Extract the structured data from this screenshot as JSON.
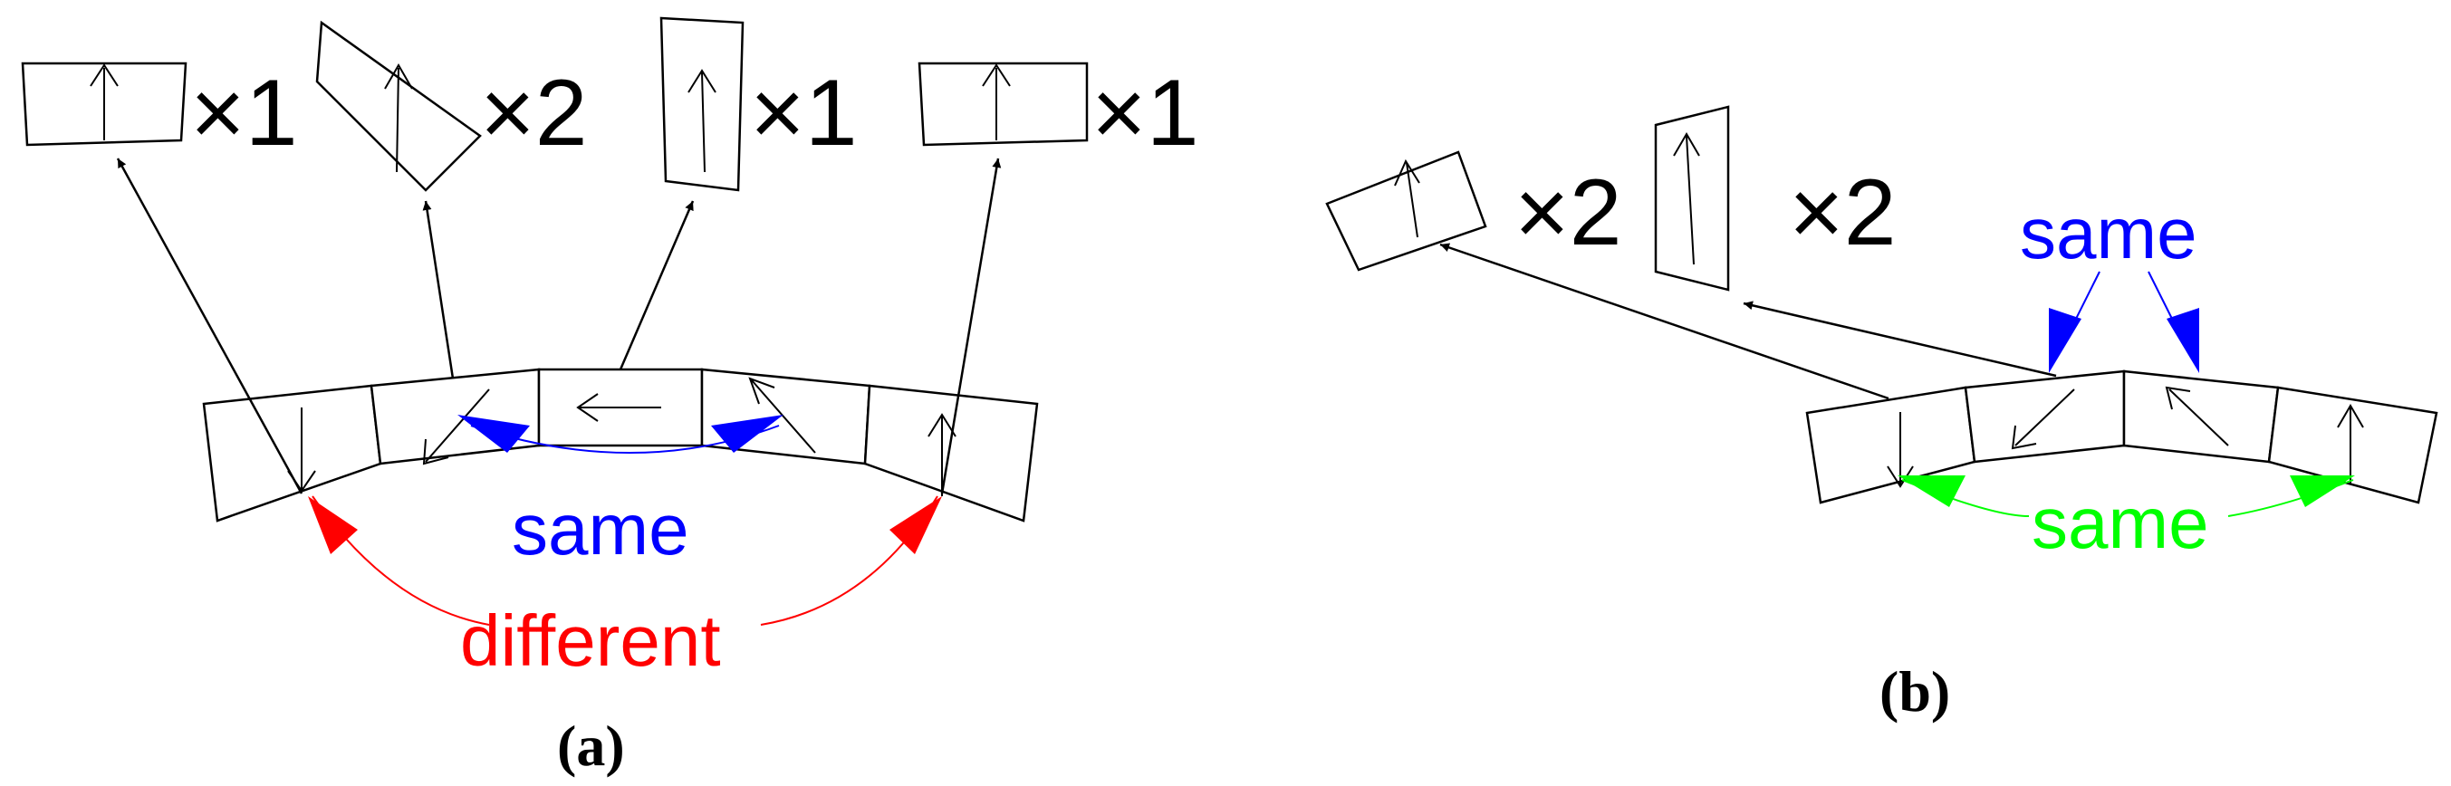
{
  "panel_a": {
    "multipliers": [
      "×1",
      "×2",
      "×1",
      "×1"
    ],
    "label_same": "same",
    "label_different": "different",
    "caption": "(a)"
  },
  "panel_b": {
    "multipliers": [
      "×2",
      "×2"
    ],
    "label_same_top": "same",
    "label_same_bottom": "same",
    "caption": "(b)"
  },
  "colors": {
    "same_a": "#0000ff",
    "different": "#ff0000",
    "same_b_top": "#0000ff",
    "same_b_bottom": "#00ff00",
    "line": "#000000"
  }
}
